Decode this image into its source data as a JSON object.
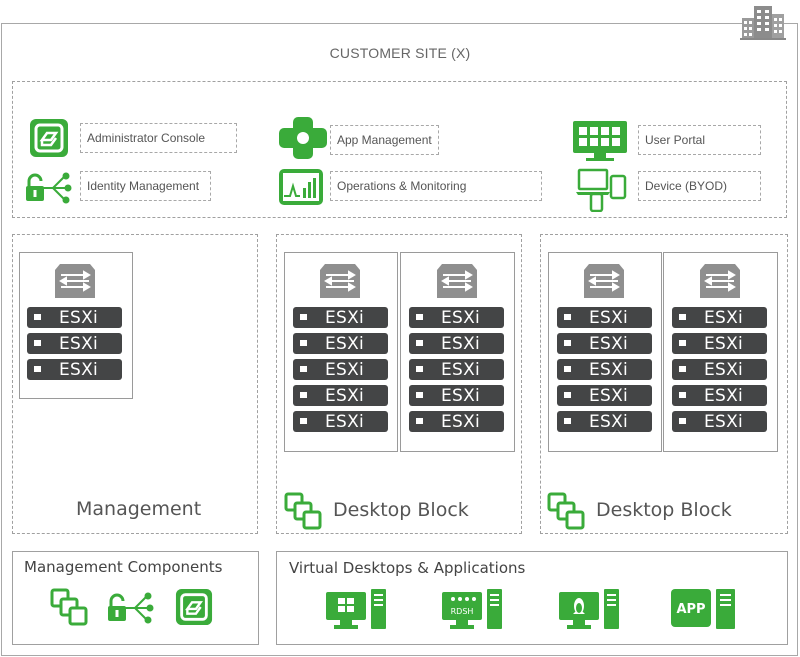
{
  "site": {
    "title": "CUSTOMER SITE (X)"
  },
  "services": {
    "admin_console": "Administrator Console",
    "identity_management": "Identity Management",
    "app_management": "App Management",
    "operations_monitoring": "Operations & Monitoring",
    "user_portal": "User Portal",
    "device_byod": "Device (BYOD)"
  },
  "blocks": {
    "management_label": "Management",
    "desktop_block_1_label": "Desktop Block",
    "desktop_block_2_label": "Desktop Block",
    "esxi_label": "ESXi"
  },
  "bottom": {
    "management_components_title": "Management Components",
    "virtual_desktops_title": "Virtual Desktops & Applications",
    "rdsh_label": "RDSH",
    "app_label": "APP"
  },
  "colors": {
    "accent_green": "#3aab3a",
    "server_dark": "#444546",
    "switch_gray": "#8f8f8f",
    "border_gray": "#a8a8a8"
  }
}
